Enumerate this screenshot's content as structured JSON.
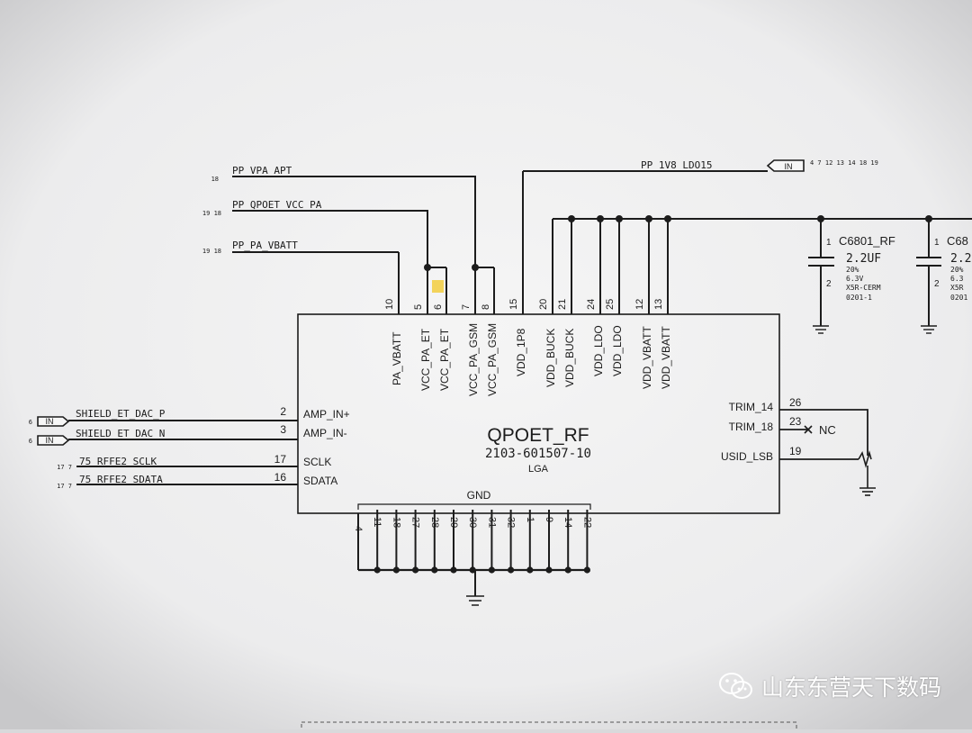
{
  "component": {
    "name": "QPOET_RF",
    "part_number": "2103-601507-10",
    "package": "LGA",
    "gnd_label": "GND"
  },
  "top_pins": [
    {
      "num": "10",
      "label": "PA_VBATT"
    },
    {
      "num": "5",
      "label": "VCC_PA_ET"
    },
    {
      "num": "6",
      "label": "VCC_PA_ET",
      "highlight": "#f3d35a"
    },
    {
      "num": "7",
      "label": "VCC_PA_GSM"
    },
    {
      "num": "8",
      "label": "VCC_PA_GSM"
    },
    {
      "num": "15",
      "label": "VDD_1P8"
    },
    {
      "num": "20",
      "label": "VDD_BUCK"
    },
    {
      "num": "21",
      "label": "VDD_BUCK"
    },
    {
      "num": "24",
      "label": "VDD_LDO"
    },
    {
      "num": "25",
      "label": "VDD_LDO"
    },
    {
      "num": "12",
      "label": "VDD_VBATT"
    },
    {
      "num": "13",
      "label": "VDD_VBATT"
    }
  ],
  "left_pins": [
    {
      "num": "2",
      "label": "AMP_IN+",
      "net": "SHIELD_ET_DAC_P",
      "refs": "6",
      "port": "IN"
    },
    {
      "num": "3",
      "label": "AMP_IN-",
      "net": "SHIELD_ET_DAC_N",
      "refs": "6",
      "port": "IN"
    },
    {
      "num": "17",
      "label": "SCLK",
      "net": "75_RFFE2_SCLK",
      "refs": "17 7"
    },
    {
      "num": "16",
      "label": "SDATA",
      "net": "75_RFFE2_SDATA",
      "refs": "17 7"
    }
  ],
  "right_pins": [
    {
      "num": "26",
      "label": "TRIM_14"
    },
    {
      "num": "23",
      "label": "TRIM_18",
      "nc": "NC"
    },
    {
      "num": "19",
      "label": "USID_LSB"
    }
  ],
  "bottom_pins": [
    "4",
    "11",
    "18",
    "27",
    "28",
    "29",
    "30",
    "31",
    "32",
    "1",
    "9",
    "14",
    "22"
  ],
  "nets": [
    {
      "name": "PP_VPA_APT",
      "refs": "18"
    },
    {
      "name": "PP_QPOET_VCC_PA",
      "refs": "19 18"
    },
    {
      "name": "PP_PA_VBATT",
      "refs": "19 18"
    },
    {
      "name": "PP_1V8_LDO15",
      "port": "IN",
      "refs": "4 7 12 13 14 18 19"
    }
  ],
  "capacitors": [
    {
      "ref": "C6801_RF",
      "value": "2.2UF",
      "tol": "20%",
      "voltage": "6.3V",
      "dielectric": "X5R-CERM",
      "size": "0201-1",
      "pin1": "1",
      "pin2": "2"
    },
    {
      "ref": "C68",
      "value": "2.2",
      "tol": "20%",
      "voltage": "6.3",
      "dielectric": "X5R",
      "size": "0201",
      "pin1": "1",
      "pin2": "2"
    }
  ],
  "watermark": {
    "text": "山东东营天下数码",
    "icon": "wechat-icon"
  },
  "colors": {
    "paper": "#f1f1f1",
    "ink": "#1c1c1c",
    "pin6_highlight": "#f3d35a"
  }
}
